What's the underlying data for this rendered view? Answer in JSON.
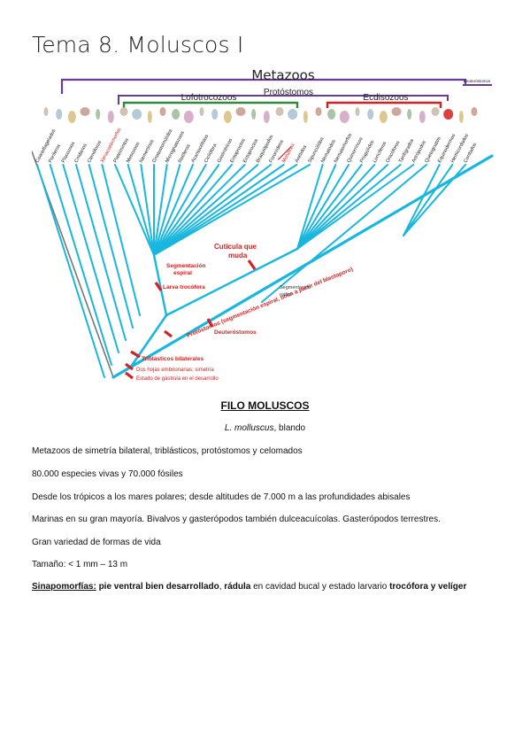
{
  "page": {
    "title": "Tema 8. Moluscos I"
  },
  "tree": {
    "top_label": "Metazoos",
    "groups": {
      "protostomos": "Protóstomos",
      "lofotrocozoos": "Lofotrocozoos",
      "ecdisozoos": "Ecdisozoos",
      "deuterostomos": "Deuteróstomos"
    },
    "taxa": [
      "Coanoflagelados",
      "Poríferos",
      "Placozoos",
      "Cnidarios",
      "Ctenóforos",
      "Xenacoelomorfos",
      "Platelmintos",
      "Mesozoos",
      "Nemertinos",
      "Gnatostomúlidos",
      "Micrognatozoos",
      "Rotíferos",
      "Acantocéfalos",
      "Cicliófora",
      "Gastrotricos",
      "Entoproctos",
      "Ectoproctos",
      "Braquiópodos",
      "Foronídeos",
      "Moluscos",
      "Anélidos",
      "Sipuncúlidos",
      "Nematodos",
      "Nematomorfos",
      "Quinorrincos",
      "Priapúlidos",
      "Loricíferos",
      "Onicóforos",
      "Tardígrados",
      "Artrópodos",
      "Quetognatos",
      "Equinodermos",
      "Hemicordados",
      "Cordados"
    ],
    "annotations": {
      "cuticula": "Cutícula que muda",
      "segmentacion_espiral": "Segmentación espiral",
      "larva": "Larva trocófora",
      "protostomos_desc": "Protóstomos (segmentación espiral, boca a partir del blastoporo)",
      "segmentacion_radial": "Segmentación radial",
      "deuterostomos": "Deuteróstomos",
      "triblasticos": "Triblásticos bilaterales",
      "dos_hojas": "Dos hojas embrionarias; simetría",
      "gastrula": "Estado de gástrula en el desarrollo"
    }
  },
  "section": {
    "title": "FILO MOLUSCOS",
    "etym_italic": "L. molluscus",
    "etym_rest": ", blando",
    "p1": "Metazoos de simetría bilateral, triblásticos, protóstomos y celomados",
    "p2": "80.000 especies vivas y 70.000 fósiles",
    "p3": "Desde los trópicos a los mares polares; desde altitudes de 7.000 m a las profundidades abisales",
    "p4": "Marinas en su gran mayoría. Bivalvos y gasterópodos también dulceacuícolas. Gasterópodos terrestres.",
    "p5": "Gran variedad de formas de vida",
    "p6": "Tamaño: < 1 mm – 13 m",
    "sina_label": "Sinapomorfías:",
    "sina_b1": "pie ventral bien desarrollado",
    "sina_t1": ", ",
    "sina_b2": "rádula",
    "sina_t2": " en cavidad bucal y estado larvario ",
    "sina_b3": "trocófora y velíger"
  },
  "colors": {
    "branch": "#19b6df",
    "purple": "#6a3a9a",
    "green": "#2f8a3a",
    "red": "#d42020"
  }
}
